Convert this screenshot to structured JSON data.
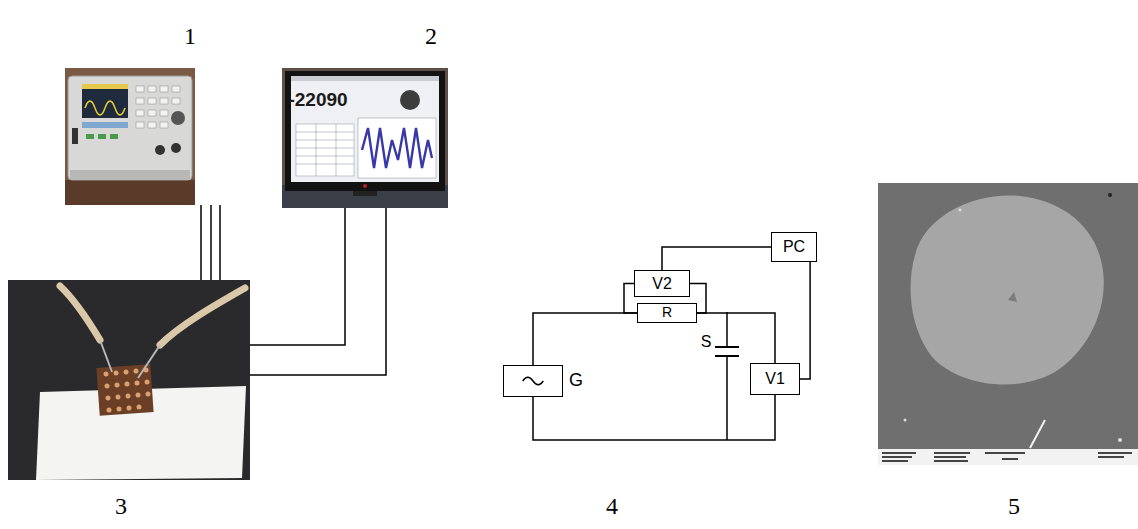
{
  "diagram": {
    "nodes": [
      {
        "text": [
          "V2"
        ]
      },
      {
        "text": [
          "PC"
        ]
      },
      {
        "text": [
          "R"
        ]
      },
      {
        "text": [
          "G"
        ]
      },
      {
        "text": [
          "V1"
        ]
      }
    ],
    "edges": [
      {
        "from": 0,
        "to": 1,
        "arrow": "none"
      },
      {
        "from": 0,
        "to": 2,
        "arrow": "none"
      },
      {
        "from": 0,
        "to": 2,
        "arrow": "none"
      },
      {
        "from": 3,
        "to": 2,
        "arrow": "none"
      },
      {
        "from": 2,
        "to": 4,
        "arrow": "none"
      },
      {
        "from": 3,
        "to": 4,
        "arrow": "none"
      },
      {
        "from": 4,
        "to": 1,
        "arrow": "none"
      }
    ],
    "labels": [
      "1",
      "2",
      "3",
      "4",
      "5",
      "-22090",
      "S"
    ]
  }
}
